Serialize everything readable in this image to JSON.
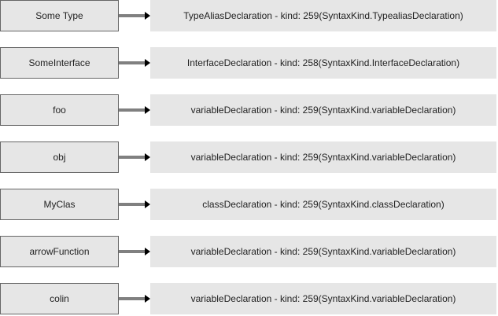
{
  "rows": [
    {
      "name": "Some Type",
      "kind": "TypeAliasDeclaration - kind: 259(SyntaxKind.TypealiasDeclaration)"
    },
    {
      "name": "SomeInterface",
      "kind": "InterfaceDeclaration - kind: 258(SyntaxKind.InterfaceDeclaration)"
    },
    {
      "name": "foo",
      "kind": "variableDeclaration - kind: 259(SyntaxKind.variableDeclaration)"
    },
    {
      "name": "obj",
      "kind": "variableDeclaration - kind: 259(SyntaxKind.variableDeclaration)"
    },
    {
      "name": "MyClas",
      "kind": "classDeclaration - kind: 259(SyntaxKind.classDeclaration)"
    },
    {
      "name": "arrowFunction",
      "kind": "variableDeclaration - kind: 259(SyntaxKind.variableDeclaration)"
    },
    {
      "name": "colin",
      "kind": "variableDeclaration - kind: 259(SyntaxKind.variableDeclaration)"
    }
  ],
  "colors": {
    "box_fill": "#e6e6e6",
    "box_border": "#666666",
    "arrow": "#000000"
  }
}
